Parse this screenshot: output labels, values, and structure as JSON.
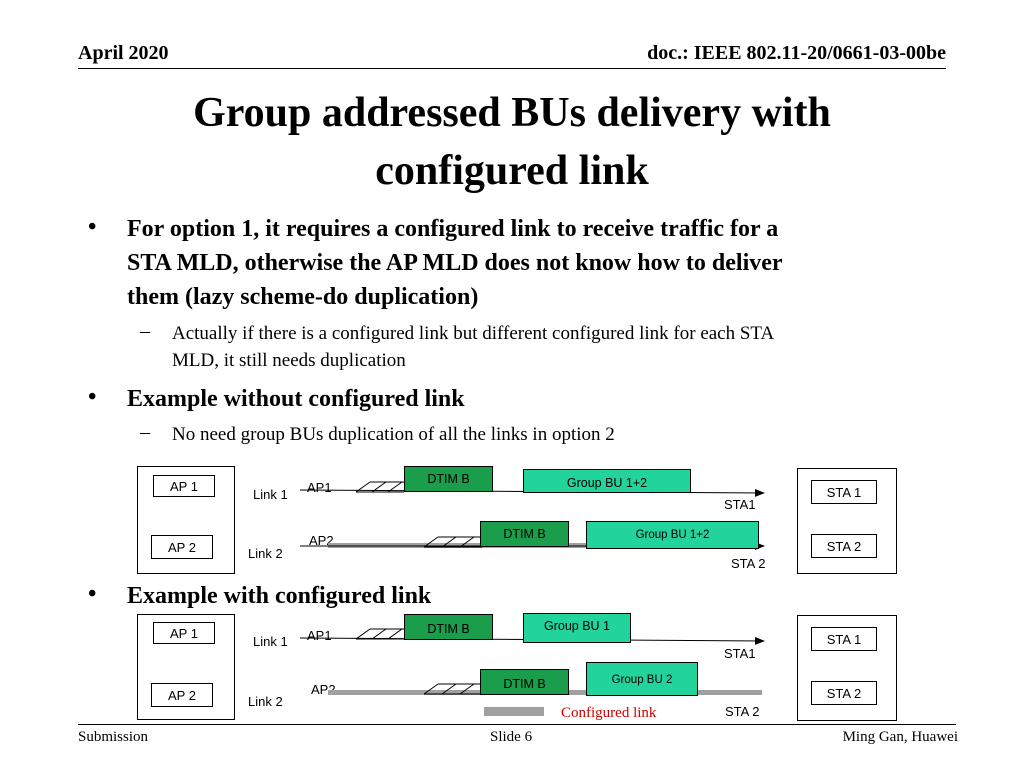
{
  "header": {
    "date": "April 2020",
    "doc": "doc.: IEEE 802.11-20/0661-03-00be"
  },
  "title_line1": "Group addressed BUs delivery with",
  "title_line2": "configured link",
  "bullets": {
    "b1_line1": "For option 1, it requires a configured link to receive traffic for a",
    "b1_line2": "STA MLD, otherwise the AP MLD does not know how to deliver",
    "b1_line3": "them (lazy scheme-do duplication)",
    "sub1_line1": "Actually if there is a configured link but different configured link for each STA",
    "sub1_line2": "MLD, it still needs duplication",
    "b2": "Example without configured link",
    "sub2": "No need group BUs duplication of all the links in option 2",
    "b3": "Example with configured link",
    "bullet_char": "•",
    "dash_char": "–"
  },
  "diagram1": {
    "ap1": "AP 1",
    "ap2": "AP 2",
    "link1": "Link 1",
    "link2": "Link 2",
    "ap1_lbl": "AP1",
    "ap2_lbl": "AP2",
    "dtim1": "DTIM B",
    "dtim2": "DTIM B",
    "gbu1": "Group BU 1+2",
    "gbu2": "Group BU 1+2",
    "sta1_lbl": "STA1",
    "sta2_lbl": "STA 2",
    "sta1": "STA 1",
    "sta2": "STA 2"
  },
  "diagram2": {
    "ap1": "AP 1",
    "ap2": "AP 2",
    "link1": "Link 1",
    "link2": "Link 2",
    "ap1_lbl": "AP1",
    "ap2_lbl": "AP2",
    "dtim1": "DTIM B",
    "dtim2": "DTIM B",
    "gbu1": "Group BU 1",
    "gbu2": "Group BU 2",
    "sta1_lbl": "STA1",
    "sta2_lbl": "STA 2",
    "sta1": "STA 1",
    "sta2": "STA 2",
    "legend": "Configured link"
  },
  "colors": {
    "dtim": "#1a9e4b",
    "group_bu": "#22d39b",
    "configured_link": "#a0a0a0",
    "legend_text": "#cc0000"
  },
  "footer": {
    "left": "Submission",
    "center": "Slide 6",
    "right": "Ming Gan, Huawei"
  }
}
